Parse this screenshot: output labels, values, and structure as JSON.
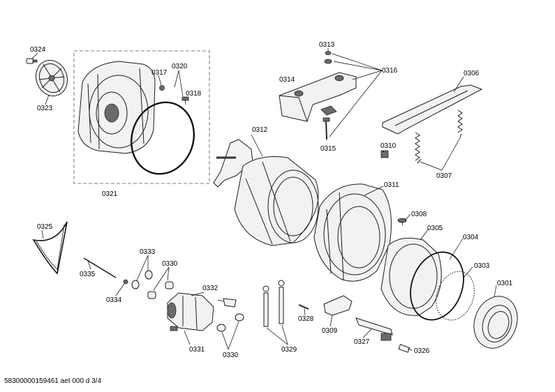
{
  "part_labels": {
    "p0324": "0324",
    "p0323": "0323",
    "p0317": "0317",
    "p0320": "0320",
    "p0318": "0318",
    "p0321": "0321",
    "p0313": "0313",
    "p0314": "0314",
    "p0316": "0316",
    "p0315": "0315",
    "p0306": "0306",
    "p0310": "0310",
    "p0307": "0307",
    "p0312": "0312",
    "p0311": "0311",
    "p0308": "0308",
    "p0305": "0305",
    "p0304": "0304",
    "p0303": "0303",
    "p0301": "0301",
    "p0325": "0325",
    "p0335": "0335",
    "p0333": "0333",
    "p0334": "0334",
    "p0330a": "0330",
    "p0332": "0332",
    "p0331": "0331",
    "p0330b": "0330",
    "p0329": "0329",
    "p0328": "0328",
    "p0309": "0309",
    "p0327": "0327",
    "p0326": "0326"
  },
  "footer": "58300000159461 aet 000 d 3/4",
  "colors": {
    "line": "#000000",
    "part_fill": "#f2f2f2",
    "dark": "#6a6a6a"
  }
}
